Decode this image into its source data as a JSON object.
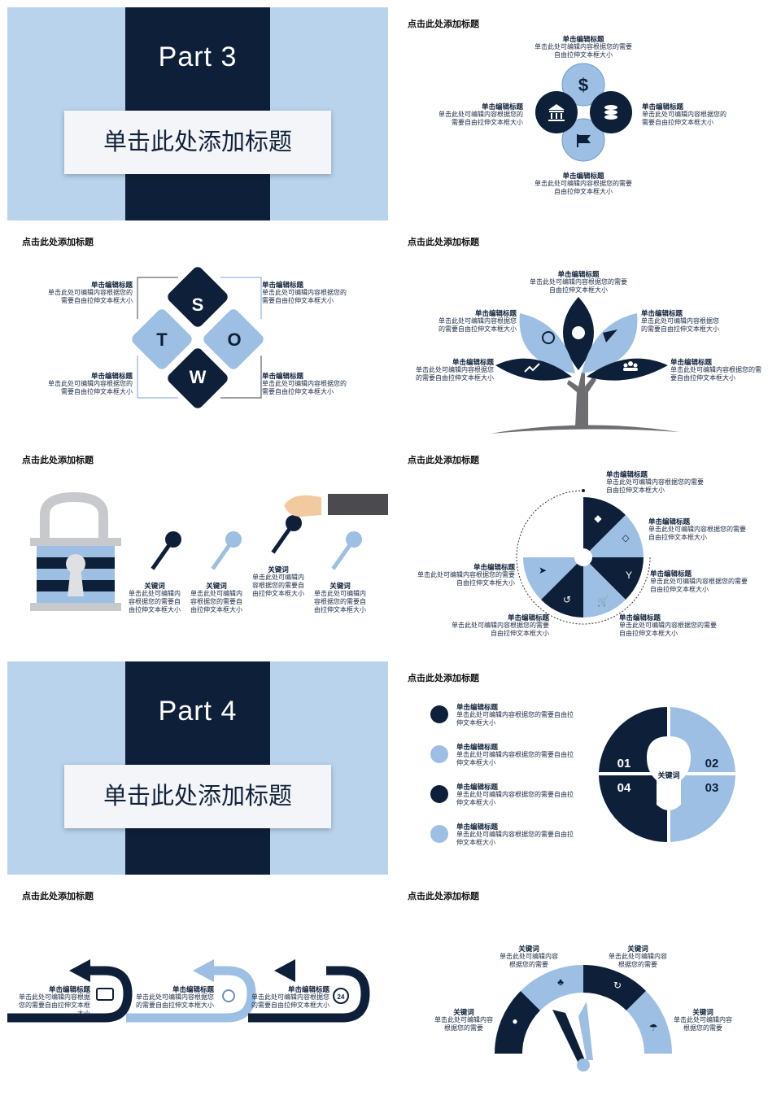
{
  "colors": {
    "navy": "#0e2039",
    "light_blue": "#9dbfe3",
    "pale_blue": "#b9d3ec",
    "gray": "#6d6d72"
  },
  "part3": {
    "number": "Part  3",
    "title": "单击此处添加标题"
  },
  "part4": {
    "number": "Part  4",
    "title": "单击此处添加标题"
  },
  "slide_title": "点击此处添加标题",
  "clover": {
    "top": {
      "title": "单击编辑标题",
      "body": "单击此处可编辑内容根据您的需要自由拉伸文本框大小"
    },
    "left": {
      "title": "单击编辑标题",
      "body": "单击此处可编辑内容根据您的需要自由拉伸文本框大小"
    },
    "right": {
      "title": "单击编辑标题",
      "body": "单击此处可编辑内容根据您的需要自由拉伸文本框大小"
    },
    "bottom": {
      "title": "单击编辑标题",
      "body": "单击此处可编辑内容根据您的需要自由拉伸文本框大小"
    },
    "icons": [
      "dollar-icon",
      "bank-icon",
      "coins-icon",
      "flag-icon"
    ]
  },
  "swot": {
    "letters": {
      "s": "S",
      "t": "T",
      "o": "O",
      "w": "W"
    },
    "items": [
      {
        "title": "单击编辑标题",
        "body": "单击此处可编辑内容根据您的需要自由拉伸文本框大小"
      },
      {
        "title": "单击编辑标题",
        "body": "单击此处可编辑内容根据您的需要自由拉伸文本框大小"
      },
      {
        "title": "单击编辑标题",
        "body": "单击此处可编辑内容根据您的需要自由拉伸文本框大小"
      },
      {
        "title": "单击编辑标题",
        "body": "单击此处可编辑内容根据您的需要自由拉伸文本框大小"
      }
    ]
  },
  "tree": {
    "items": [
      {
        "title": "单击编辑标题",
        "body": "单击此处可编辑内容根据您的需要自由拉伸文本框大小"
      },
      {
        "title": "单击编辑标题",
        "body": "单击此处可编辑内容根据您的需要自由拉伸文本框大小"
      },
      {
        "title": "单击编辑标题",
        "body": "单击此处可编辑内容根据您的需要自由拉伸文本框大小"
      },
      {
        "title": "单击编辑标题",
        "body": "单击此处可编辑内容根据您的需要自由拉伸文本框大小"
      },
      {
        "title": "单击编辑标题",
        "body": "单击此处可编辑内容根据您的需要自由拉伸文本框大小"
      }
    ]
  },
  "keys": {
    "items": [
      {
        "title": "关键词",
        "body": "单击此处可编辑内容根据您的需要自由拉伸文本框大小"
      },
      {
        "title": "关键词",
        "body": "单击此处可编辑内容根据您的需要自由拉伸文本框大小"
      },
      {
        "title": "关键词",
        "body": "单击此处可编辑内容根据您的需要自由拉伸文本框大小"
      },
      {
        "title": "关键词",
        "body": "单击此处可编辑内容根据您的需要自由拉伸文本框大小"
      }
    ]
  },
  "fan": {
    "items": [
      {
        "title": "单击编辑标题",
        "body": "单击此处可编辑内容根据您的需要自由拉伸文本框大小"
      },
      {
        "title": "单击编辑标题",
        "body": "单击此处可编辑内容根据您的需要自由拉伸文本框大小"
      },
      {
        "title": "单击编辑标题",
        "body": "单击此处可编辑内容根据您的需要自由拉伸文本框大小"
      },
      {
        "title": "单击编辑标题",
        "body": "单击此处可编辑内容根据您的需要自由拉伸文本框大小"
      },
      {
        "title": "单击编辑标题",
        "body": "单击此处可编辑内容根据您的需要自由拉伸文本框大小"
      },
      {
        "title": "单击编辑标题",
        "body": "单击此处可编辑内容根据您的需要自由拉伸文本框大小"
      }
    ]
  },
  "bulb": {
    "center": "关键词",
    "numbers": [
      "01",
      "02",
      "03",
      "04"
    ],
    "items": [
      {
        "title": "单击编辑标题",
        "body": "单击此处可编辑内容根据您的需要自由拉伸文本框大小"
      },
      {
        "title": "单击编辑标题",
        "body": "单击此处可编辑内容根据您的需要自由拉伸文本框大小"
      },
      {
        "title": "单击编辑标题",
        "body": "单击此处可编辑内容根据您的需要自由拉伸文本框大小"
      },
      {
        "title": "单击编辑标题",
        "body": "单击此处可编辑内容根据您的需要自由拉伸文本框大小"
      }
    ]
  },
  "arrows": {
    "items": [
      {
        "title": "单击编辑标题",
        "body": "单击此处可编辑内容根据您的需要自由拉伸文本框大小"
      },
      {
        "title": "单击编辑标题",
        "body": "单击此处可编辑内容根据您的需要自由拉伸文本框大小"
      },
      {
        "title": "单击编辑标题",
        "body": "单击此处可编辑内容根据您的需要自由拉伸文本框大小"
      }
    ],
    "icon_text": "24"
  },
  "gauge": {
    "items": [
      {
        "title": "关键词",
        "body": "单击此处可编辑内容根据您的需要"
      },
      {
        "title": "关键词",
        "body": "单击此处可编辑内容根据您的需要"
      },
      {
        "title": "关键词",
        "body": "单击此处可编辑内容根据您的需要"
      },
      {
        "title": "关键词",
        "body": "单击此处可编辑内容根据您的需要"
      }
    ]
  }
}
